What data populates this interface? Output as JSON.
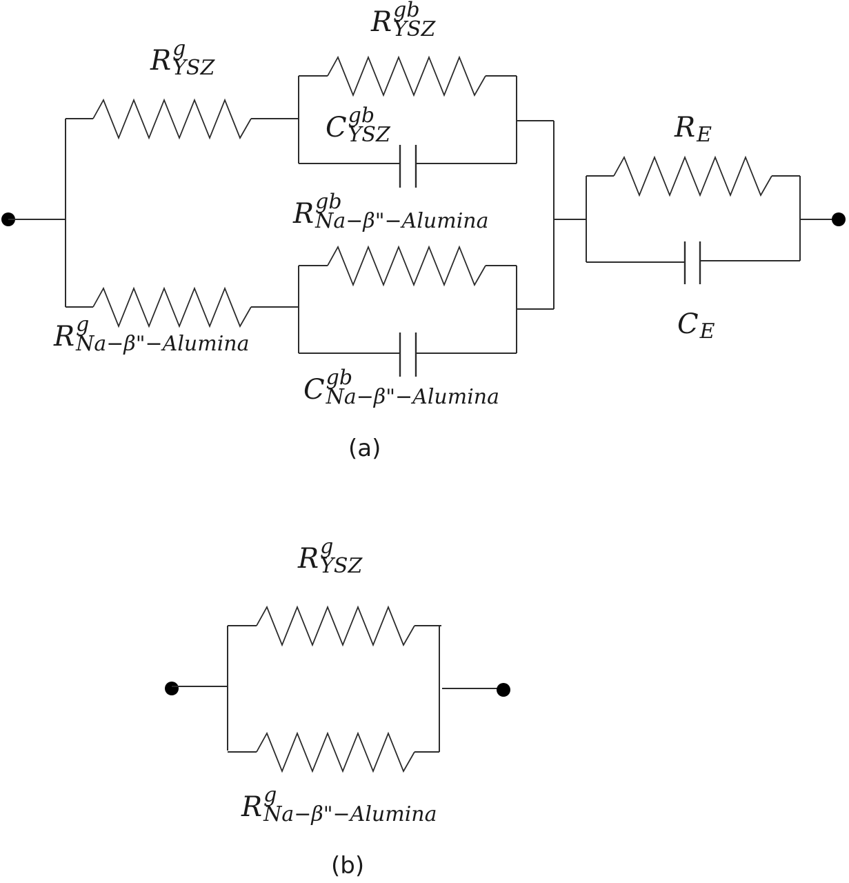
{
  "panels": [
    {
      "caption": "(a)",
      "labels": {
        "r_ysz_g": {
          "symbol": "R",
          "sup": "g",
          "sub": "YSZ"
        },
        "r_ysz_gb": {
          "symbol": "R",
          "sup": "gb",
          "sub": "YSZ"
        },
        "c_ysz_gb": {
          "symbol": "C",
          "sup": "gb",
          "sub": "YSZ"
        },
        "r_na_gb": {
          "symbol": "R",
          "sup": "gb",
          "sub": "Na−β\"−Alumina"
        },
        "r_na_g": {
          "symbol": "R",
          "sup": "g",
          "sub": "Na−β\"−Alumina"
        },
        "c_na_gb": {
          "symbol": "C",
          "sup": "gb",
          "sub": "Na−β\"−Alumina"
        },
        "r_e": {
          "symbol": "R",
          "sup": "",
          "sub": "E"
        },
        "c_e": {
          "symbol": "C",
          "sup": "",
          "sub": "E"
        }
      }
    },
    {
      "caption": "(b)",
      "labels": {
        "r_ysz_g": {
          "symbol": "R",
          "sup": "g",
          "sub": "YSZ"
        },
        "r_na_g": {
          "symbol": "R",
          "sup": "g",
          "sub": "Na−β\"−Alumina"
        }
      }
    }
  ]
}
